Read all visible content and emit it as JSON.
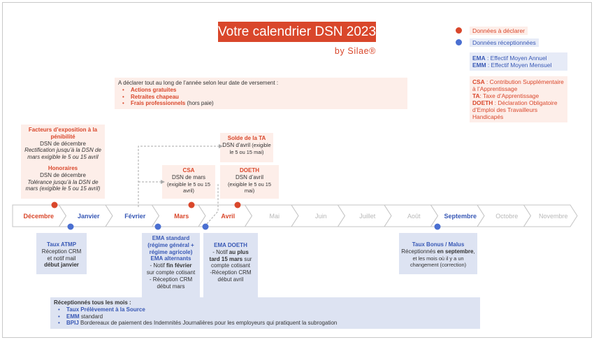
{
  "title": "Votre calendrier DSN 2023",
  "subtitle": "by Silae®",
  "legend": {
    "declare": "Données à déclarer",
    "receive": "Données réceptionnées"
  },
  "abbr_blue": {
    "line1_key": "EMA",
    "line1_val": " : Effectif Moyen Annuel",
    "line2_key": "EMM",
    "line2_val": " : Effectif Moyen Mensuel"
  },
  "abbr_red": {
    "csa_key": "CSA",
    "csa_val": " : Contribution Supplémentaire à l’Apprentissage",
    "ta_key": "TA",
    "ta_val": ": Taxe d’Apprentissage",
    "doeth_key": "DOETH",
    "doeth_val": " : Déclaration Obligatoire d’Emploi des Travailleurs Handicapés"
  },
  "year_round": {
    "intro": "A déclarer tout au long de l’année selon leur date de versement :",
    "items": [
      {
        "label": "Actions gratuites",
        "suffix": ""
      },
      {
        "label": "Retraites chapeau",
        "suffix": ""
      },
      {
        "label": "Frais professionnels",
        "suffix": " (hors paie)"
      }
    ]
  },
  "boxes_red": {
    "penibilite": {
      "title": "Facteurs d’exposition à la pénibilité",
      "line": "DSN de décembre",
      "note": "Rectification jusqu’à la DSN de mars exigible le 5 ou 15 avril"
    },
    "honoraires": {
      "title": "Honoraires",
      "line": "DSN de décembre",
      "note": "Tolérance jusqu’à la DSN de mars (exigible le 5 ou 15 avril)"
    },
    "csa": {
      "title": "CSA",
      "line": "DSN de mars",
      "note": "(exigible le 5 ou 15 avril)"
    },
    "solde_ta": {
      "title": "Solde de la TA",
      "line": "DSN d’avril",
      "note": " (exigible le 5 ou 15 mai)"
    },
    "doeth": {
      "title": "DOETH",
      "line": "DSN d’avril",
      "note": "(exigible le 5 ou 15 mai)"
    }
  },
  "boxes_blue": {
    "atmp": {
      "title": "Taux ATMP",
      "line1": "Réception CRM",
      "line2": "et notif mail",
      "line3": "début janvier"
    },
    "ema": {
      "title1": "EMA standard",
      "title2": "(régime général +",
      "title3": "régime agricole)",
      "title4": "EMA alternants",
      "line1_pre": "- Notif ",
      "line1_bold": "fin février",
      "line2": "sur compte cotisant",
      "line3": "- Réception CRM",
      "line4": "début mars"
    },
    "ema_doeth": {
      "title": "EMA DOETH",
      "line1_pre": "- Notif ",
      "line1_bold": "au plus",
      "line2": "tard 15 mars",
      "line2_post": " sur",
      "line3": "compte cotisant",
      "line4": "-Réception CRM",
      "line5": "début avril"
    },
    "bonus": {
      "title": "Taux Bonus / Malus",
      "line1_pre": "Réceptionnés ",
      "line1_bold": "en septembre",
      "line1_post": ",",
      "line2": "et les mois où il y a un",
      "line3": "changement (correction)"
    }
  },
  "monthly": {
    "title": "Réceptionnés tous les mois :",
    "items": [
      {
        "label": "Taux Prélèvement à la Source",
        "suffix": ""
      },
      {
        "label": "EMM",
        "suffix": " standard"
      },
      {
        "label": "BPIJ",
        "suffix": " Bordereaux de paiement des Indemnités Journalières pour les employeurs qui pratiquent la subrogation"
      }
    ]
  },
  "months": [
    "Décembre",
    "Janvier",
    "Février",
    "Mars",
    "Avril",
    "Mai",
    "Juin",
    "Juillet",
    "Août",
    "Septembre",
    "Octobre",
    "Novembre"
  ],
  "months_active": [
    true,
    true,
    true,
    true,
    true,
    false,
    false,
    false,
    false,
    true,
    false,
    false
  ],
  "colors": {
    "red": "#d9472b",
    "blue": "#4a6fd1",
    "blue_text": "#3858b5",
    "inactive": "#b8b8b8"
  }
}
